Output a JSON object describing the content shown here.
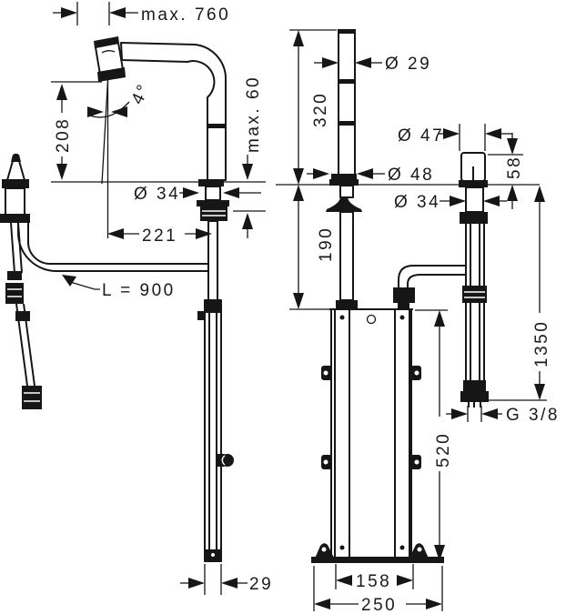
{
  "drawing": {
    "title": "kitchen-mixer-technical-dimension-drawing",
    "background": "#ffffff",
    "line_color": "#161616",
    "views": [
      "side-view-spout",
      "front-view-spout-with-installation-box",
      "side-view-handle"
    ]
  },
  "labels": {
    "max_pullout": "max. 760",
    "angle": "4°",
    "height_208": "208",
    "max_60": "max. 60",
    "dia_34_left": "Ø 34",
    "reach_221": "221",
    "hose_900": "L = 900",
    "width_29": "29",
    "dia_29": "Ø 29",
    "height_320": "320",
    "depth_190": "190",
    "dia_48": "Ø 48",
    "dia_47": "Ø 47",
    "height_58": "58",
    "dia_34_right": "Ø 34",
    "hose_1350": "1350",
    "thread": "G 3/8",
    "box_520": "520",
    "box_158": "158",
    "base_250": "250"
  }
}
